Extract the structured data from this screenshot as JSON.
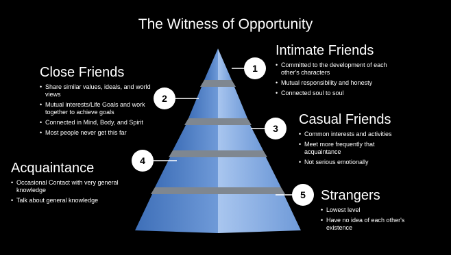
{
  "title": "The Witness of Opportunity",
  "levels": [
    {
      "number": "1",
      "heading": "Intimate Friends",
      "bullets": [
        "Committed to the development of each other's characters",
        "Mutual responsibility and honesty",
        "Connected soul to soul"
      ]
    },
    {
      "number": "2",
      "heading": "Close Friends",
      "bullets": [
        "Share similar values, ideals, and world views",
        "Mutual interests/Life Goals and work together to achieve goals",
        "Connected in Mind, Body, and Spirit",
        "Most people never get this far"
      ]
    },
    {
      "number": "3",
      "heading": "Casual Friends",
      "bullets": [
        "Common interests and activities",
        "Meet more frequently that acquaintance",
        "Not serious emotionally"
      ]
    },
    {
      "number": "4",
      "heading": "Acquaintance",
      "bullets": [
        "Occasional Contact with very general knowledge",
        "Talk about general knowledge"
      ]
    },
    {
      "number": "5",
      "heading": "Strangers",
      "bullets": [
        "Lowest level",
        "Have no idea of each other's existence"
      ]
    }
  ],
  "colors": {
    "background": "#000000",
    "tier_light": "#a9c6ef",
    "tier_mid": "#6f9ad8",
    "tier_dark": "#3e6fb8",
    "tier_top_face": "#7f8790",
    "badge": "#ffffff"
  }
}
